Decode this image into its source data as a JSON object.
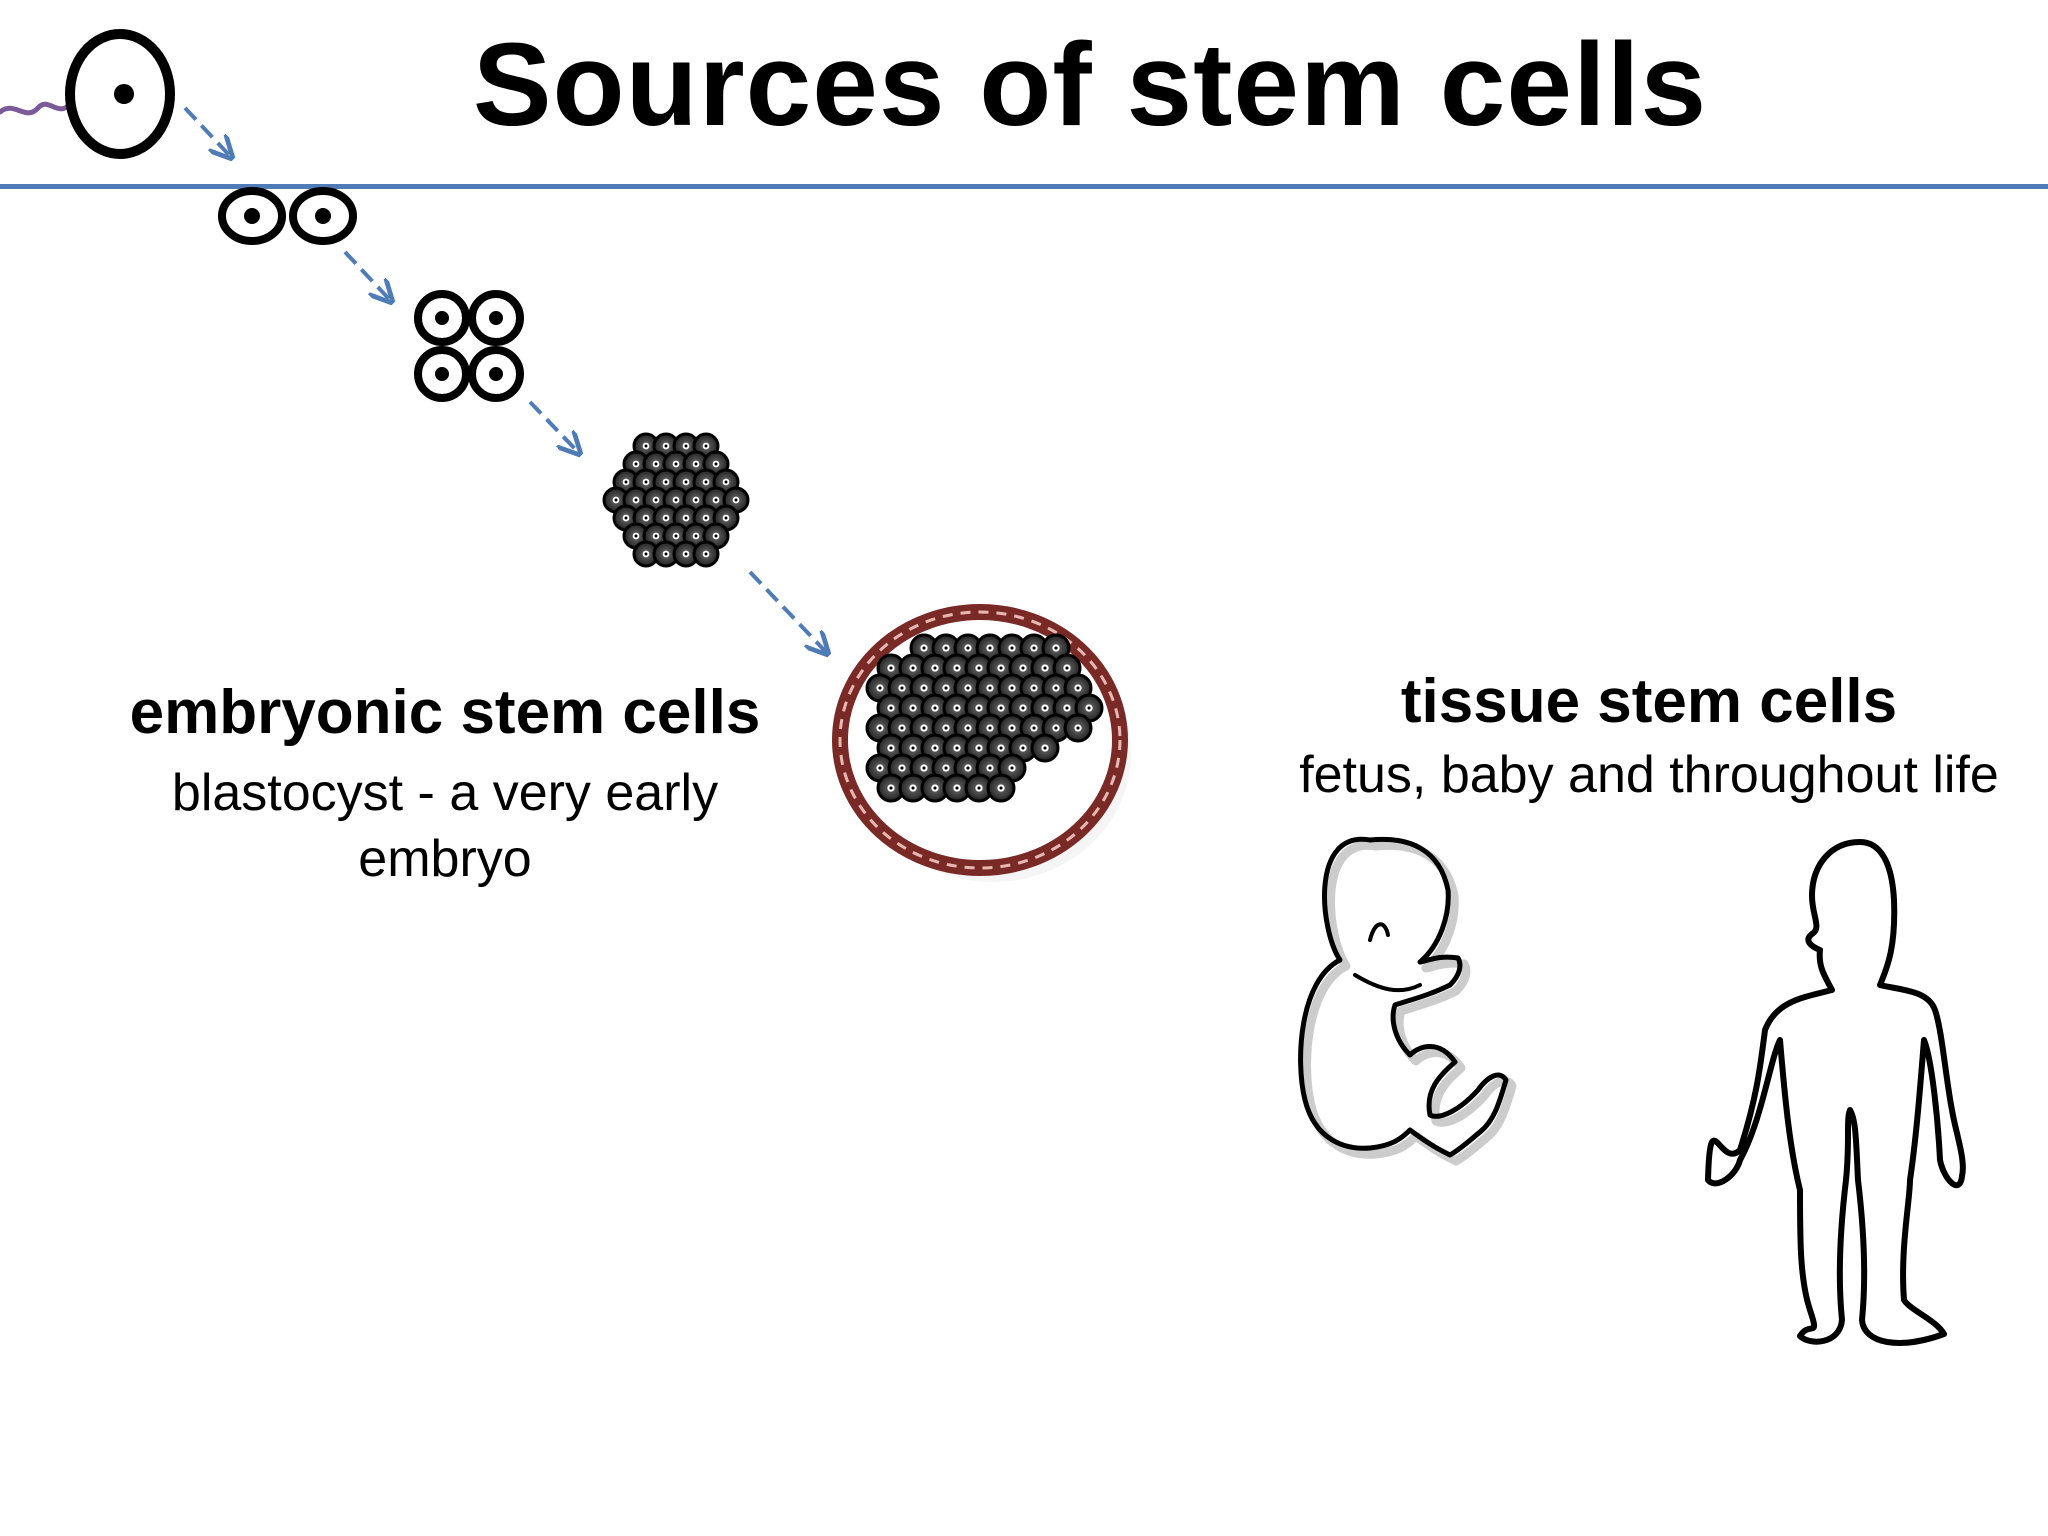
{
  "slide": {
    "title": "Sources of stem cells",
    "embryonic": {
      "heading": "embryonic stem cells",
      "subtitle": "blastocyst - a very early embryo"
    },
    "tissue": {
      "heading": "tissue stem cells",
      "subtitle": "fetus, baby and throughout life"
    }
  },
  "illustrations": {
    "stages": [
      "sperm",
      "egg",
      "two-cell-embryo",
      "four-cell-embryo",
      "morula",
      "blastocyst"
    ],
    "figures": [
      "fetus",
      "adult-human"
    ],
    "icons": [
      "arrow-icon"
    ]
  },
  "colors": {
    "title_rule": "#4f7cb6",
    "arrow": "#4f7cb6",
    "blastocyst_wall": "#7a2a26",
    "sperm": "#7b5a99",
    "cell_fill": "#2b2b2b"
  }
}
